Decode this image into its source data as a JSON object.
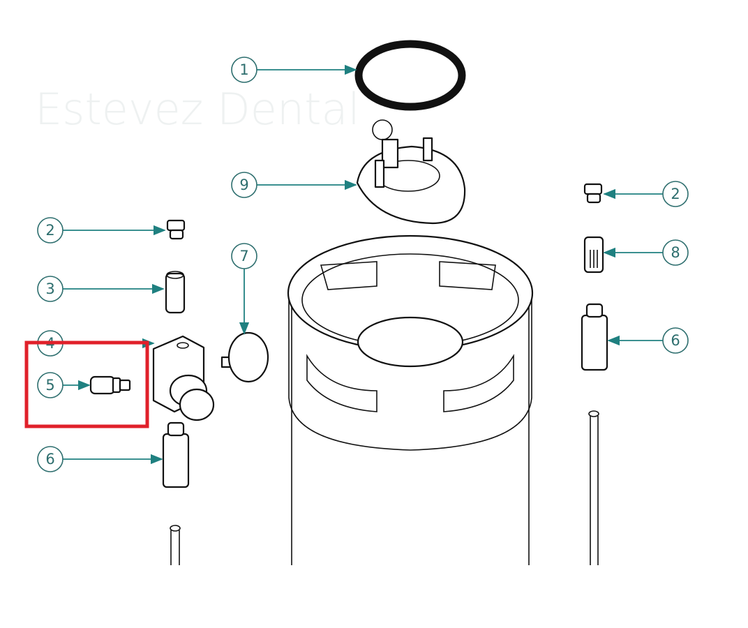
{
  "watermark": "Estevez Dental",
  "callouts": {
    "c1": "1",
    "c9": "9",
    "c2_left": "2",
    "c3": "3",
    "c4": "4",
    "c5": "5",
    "c6_left": "6",
    "c7": "7",
    "c2_right": "2",
    "c8": "8",
    "c6_right": "6"
  },
  "highlight": {
    "target_callout": "5",
    "color": "#e0202a"
  },
  "colors": {
    "callout": "#2d6e6e",
    "leader": "#1f8080"
  }
}
